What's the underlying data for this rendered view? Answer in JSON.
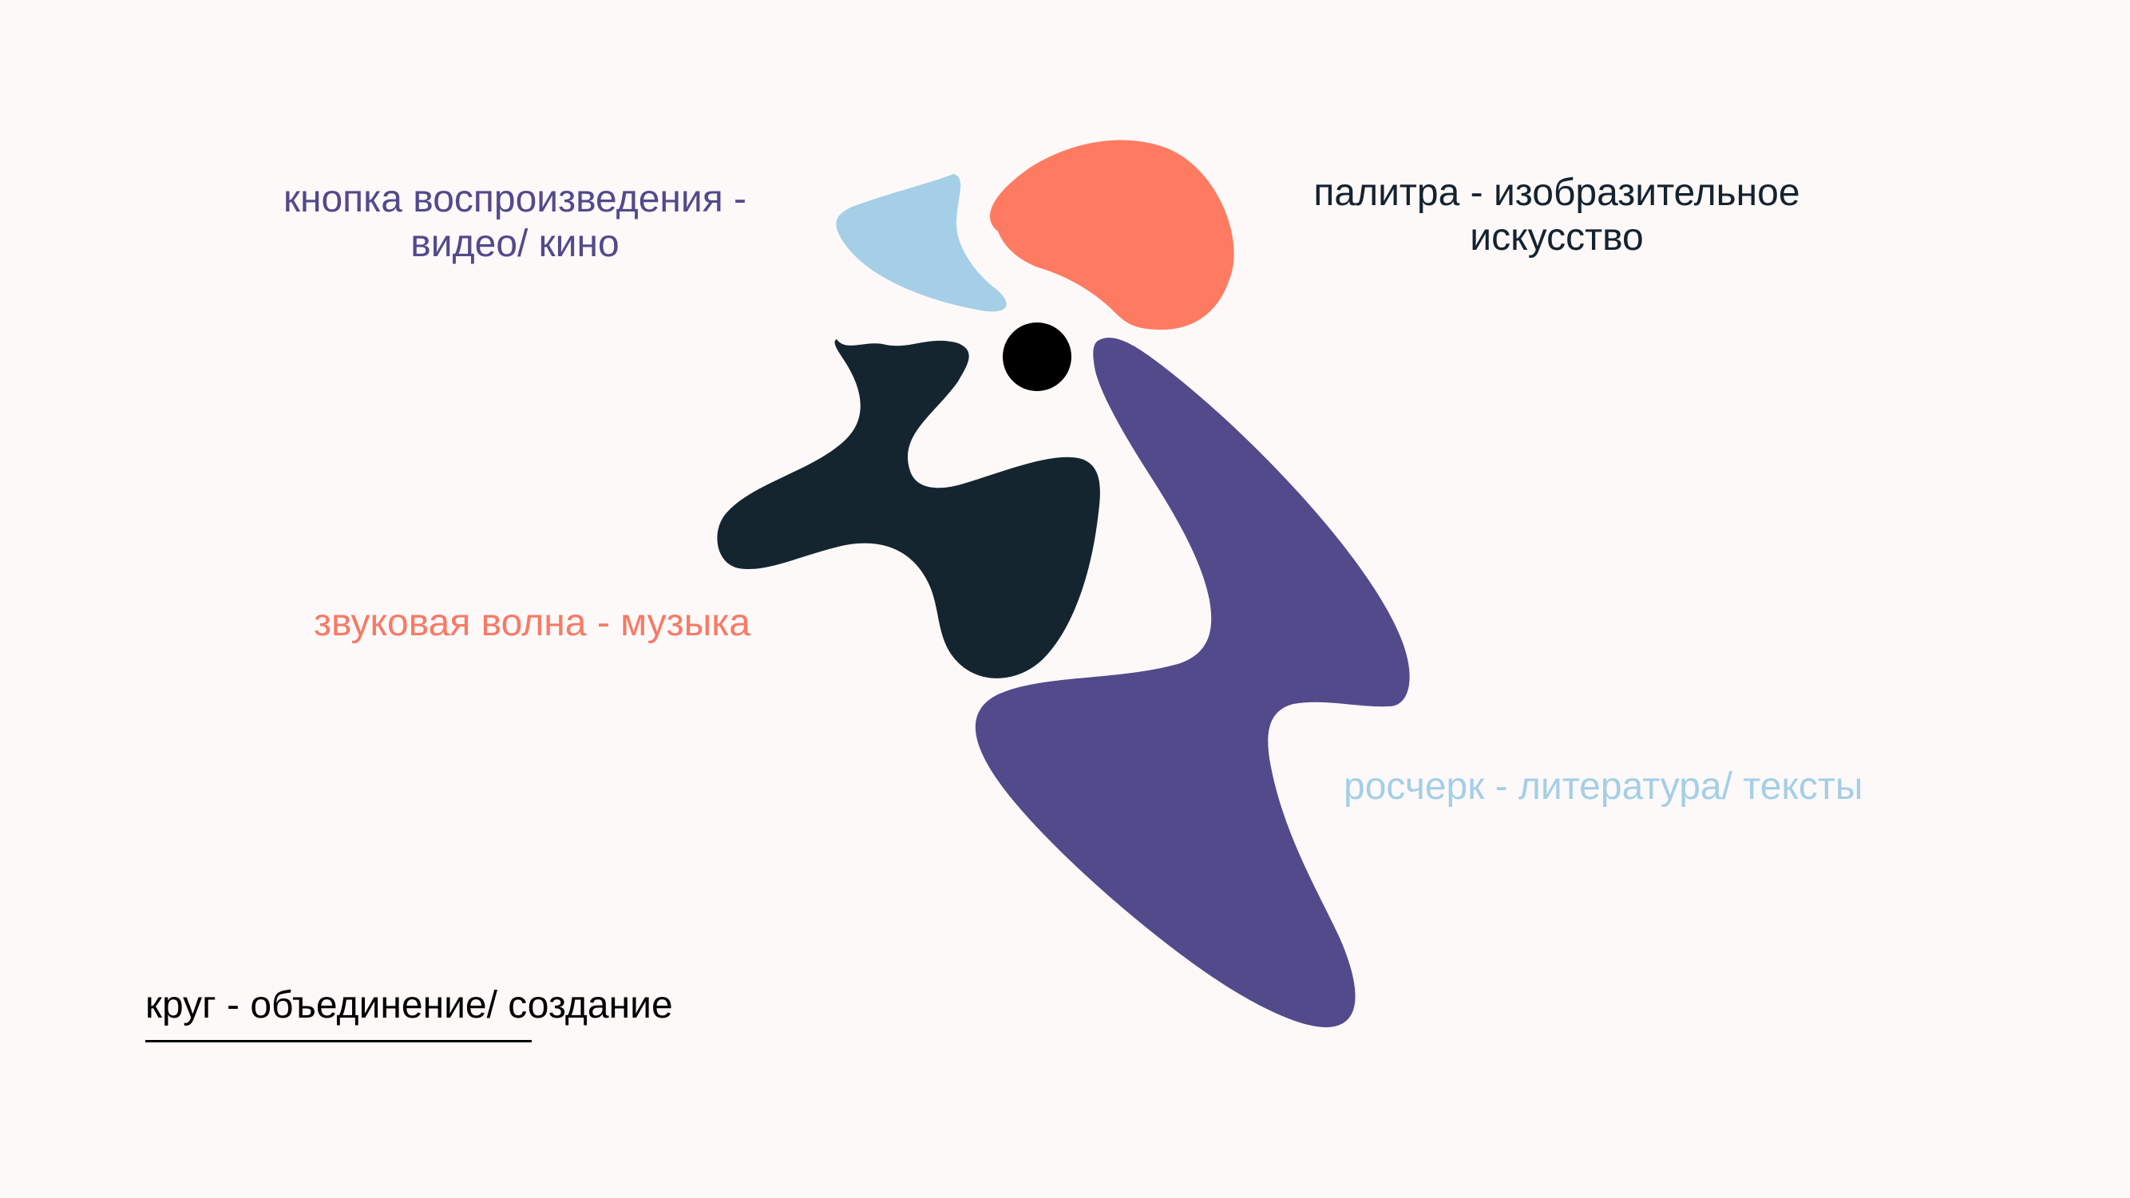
{
  "labels": {
    "video": {
      "line1": "кнопка воспроизведения -",
      "line2": "видео/ кино"
    },
    "palette": {
      "line1": "палитра - изобразительное",
      "line2": "искусство"
    },
    "music": "звуковая волна - музыка",
    "literature": "росчерк - литература/ тексты",
    "circle": "круг - объединение/ создание"
  },
  "colors": {
    "background": "#fdf9f9",
    "video_shape": "#a4cfe6",
    "palette_shape": "#fe7b61",
    "soundwave_shape": "#152530",
    "flourish_shape": "#524a8b",
    "circle": "#000000",
    "label_video": "#524a8b",
    "label_palette": "#15232f",
    "label_music": "#f87a65",
    "label_literature": "#a4cfe6",
    "label_circle": "#000000"
  },
  "shapes": [
    {
      "name": "play-button-shape",
      "meaning": "видео/ кино"
    },
    {
      "name": "palette-shape",
      "meaning": "изобразительное искусство"
    },
    {
      "name": "sound-wave-shape",
      "meaning": "музыка"
    },
    {
      "name": "flourish-shape",
      "meaning": "литература/ тексты"
    },
    {
      "name": "circle-shape",
      "meaning": "объединение/ создание"
    }
  ]
}
